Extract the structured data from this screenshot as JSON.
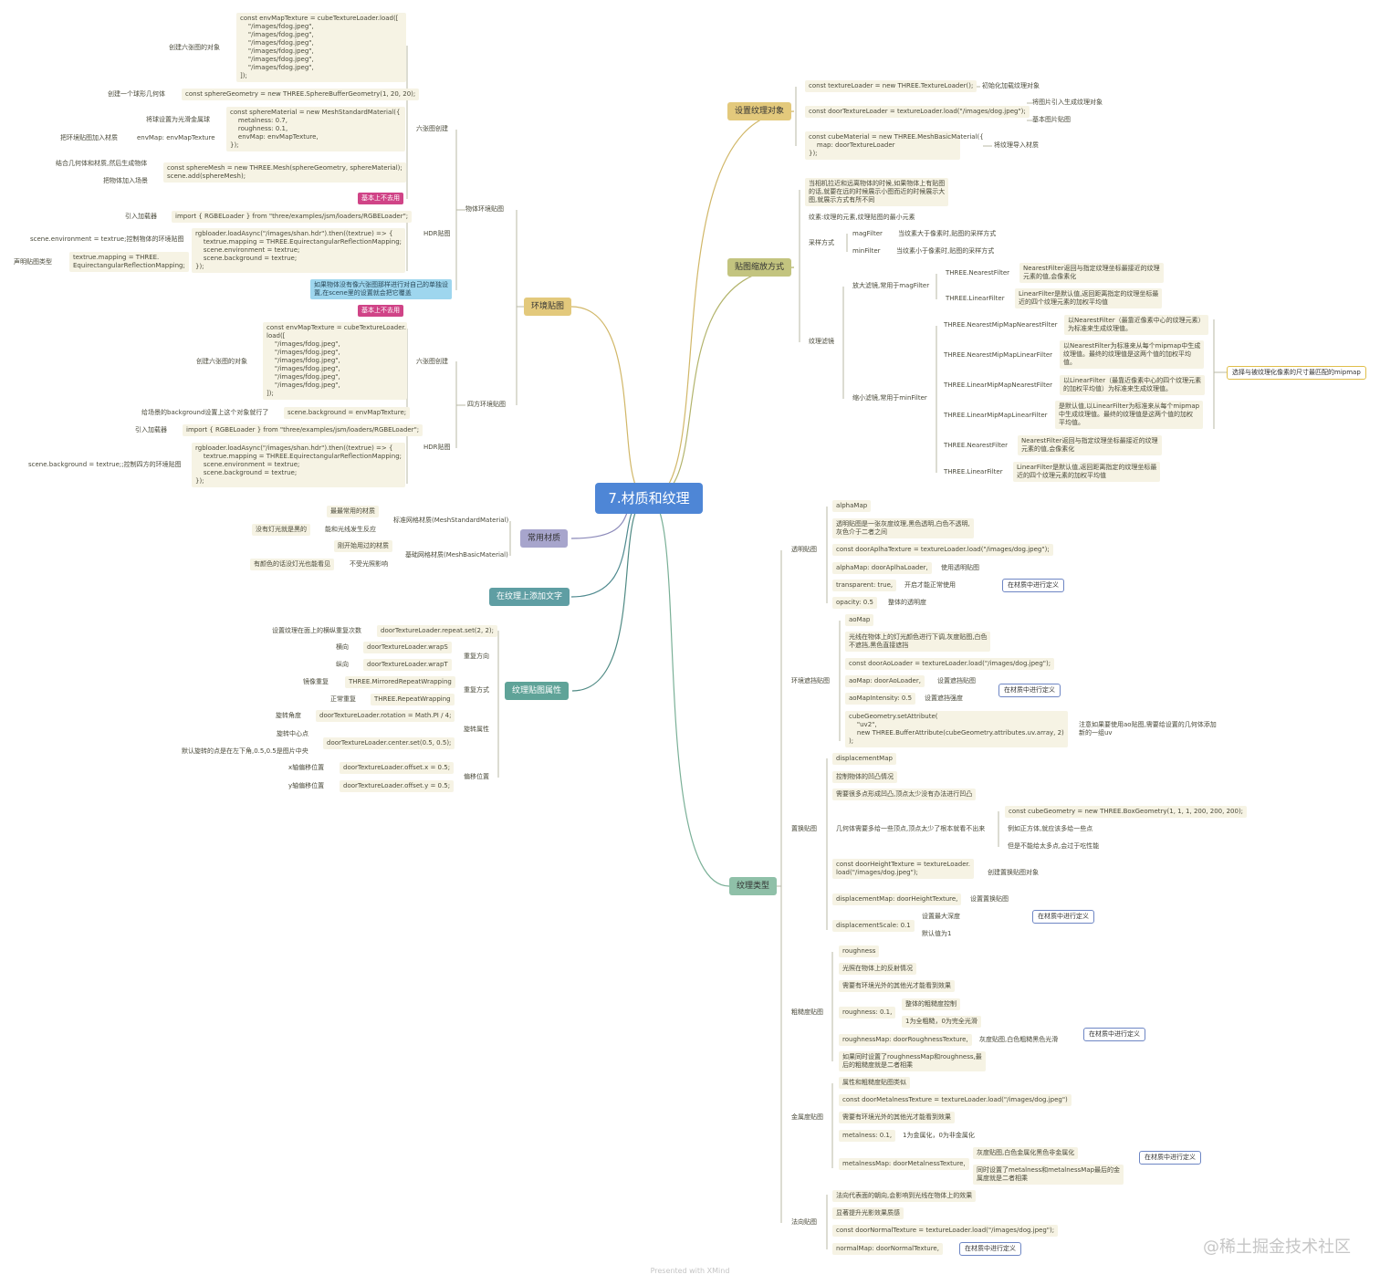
{
  "root": "7.材质和纹理",
  "colors": {
    "root": "#4e86d6",
    "env": "#e3c97c",
    "tex_obj": "#e3c97c",
    "scale": "#c3c47f",
    "common": "#a7a5cc",
    "text": "#5f9ea3",
    "attr": "#5fa398",
    "type": "#8fc0a8",
    "pink_tag": "#d04487",
    "tip": "#9ed6ee",
    "leaf_bg": "#f6f3e4"
  },
  "branches": {
    "env": "环境贴图",
    "texobj": "设置纹理对象",
    "scale": "贴图缩放方式",
    "common": "常用材质",
    "text": "在纹理上添加文字",
    "attr": "纹理贴图属性",
    "type": "纹理类型"
  },
  "env": {
    "wrap_label": "物体环境贴图",
    "six_label": "六张图创建",
    "hdr_label": "HDR贴图",
    "code_cube": "const envMapTexture = cubeTextureLoader.load([\n    \"/images/fdog.jpeg\",\n    \"/images/fdog.jpeg\",\n    \"/images/fdog.jpeg\",\n    \"/images/fdog.jpeg\",\n    \"/images/fdog.jpeg\",\n    \"/images/fdog.jpeg\",\n]);",
    "create_six": "创建六张图的对象",
    "sphere_label": "创建一个球形几何体",
    "sphere_code": "const sphereGeometry = new THREE.SphereBufferGeometry(1, 20, 20);",
    "smooth_label": "将球设置为光滑金属球",
    "mat_code": "const sphereMaterial = new MeshStandardMaterial({\n    metalness: 0.7,\n    roughness: 0.1,\n    envMap: envMapTexture,\n});",
    "add_env": "把环境贴图加入材质",
    "envmap_line": "envMap: envMapTexture",
    "combine": "结合几何体和材质,然后生成物体",
    "add_scene": "把物体加入场景",
    "mesh_code": "const sphereMesh = new THREE.Mesh(sphereGeometry, sphereMaterial);\nscene.add(sphereMesh);",
    "tag1": "基本上不去用",
    "import_label": "引入加载器",
    "import_code": "import { RGBELoader } from \"three/examples/jsm/loaders/RGBELoader\";",
    "scene_env": "scene.environment = textrue;控制物体的环境贴图",
    "mapping_label": "声明贴图类型",
    "mapping_code": "textrue.mapping = THREE.\nEquirectangularReflectionMapping;",
    "rgbe_code": "rgbloader.loadAsync(\"/images/shan.hdr\").then((textrue) => {\n    textrue.mapping = THREE.EquirectangularReflectionMapping;\n    scene.environment = textrue;\n    scene.background = textrue;\n});",
    "tip": "如果物体没有像六张图那样进行对自己的单独设\n置,在scene里的设置就会把它覆盖",
    "tag2": "基本上不去用",
    "four_label": "四方环境贴图",
    "six2_label": "六张图创建",
    "create_six2": "创建六张图的对象",
    "code_cube2": "const envMapTexture = cubeTextureLoader.\nload([\n    \"/images/fdog.jpeg\",\n    \"/images/fdog.jpeg\",\n    \"/images/fdog.jpeg\",\n    \"/images/fdog.jpeg\",\n    \"/images/fdog.jpeg\",\n    \"/images/fdog.jpeg\",\n]);",
    "bg_label": "给场景的background设置上这个对象就行了",
    "bg_code": "scene.background = envMapTexture;",
    "import2_label": "引入加载器",
    "import2_code": "import { RGBELoader } from \"three/examples/jsm/loaders/RGBELoader\";",
    "hdr2_label": "HDR贴图",
    "bg2": "scene.background = textrue;;控制四方的环境贴图",
    "rgbe2_code": "rgbloader.loadAsync(\"/images/shan.hdr\").then((textrue) => {\n    textrue.mapping = THREE.EquirectangularReflectionMapping;\n    scene.environment = textrue;\n    scene.background = textrue;\n});"
  },
  "texobj": {
    "l1": "const textureLoader = new THREE.TextureLoader();",
    "l1n": "初始化加载纹理对象",
    "l2": "const doorTextureLoader = textureLoader.load(\"/images/dog.jpeg\");",
    "l2a": "将图片引入生成纹理对象",
    "l2b": "基本图片贴图",
    "l3": "const cubeMaterial = new THREE.MeshBasicMaterial({\n    map: doorTextureLoader\n});",
    "l3n": "将纹理导入材质"
  },
  "scale": {
    "desc": "当相机拉近和远离物体的时候,如果物体上有贴图\n的话,就要在远的时候展示小图而近的时候展示大\n图,就展示方式有所不同",
    "texel": "纹素:纹理的元素,纹理贴图的最小元素",
    "sample": "采样方式",
    "mag": "magFilter",
    "mag_d": "当纹素大于像素时,贴图的采样方式",
    "min": "minFilter",
    "min_d": "当纹素小于像素时,贴图的采样方式",
    "filter": "纹理滤镜",
    "big": "放大滤镜,常用于magFilter",
    "small": "缩小滤镜,常用于minFilter",
    "nf": "THREE.NearestFilter",
    "nf_d": "NearestFilter返回与指定纹理坐标最接近的纹理\n元素的值,会像素化",
    "lf": "THREE.LinearFilter",
    "lf_d": "LinearFilter是默认值,返回距离指定的纹理坐标最\n近的四个纹理元素的加权平均值",
    "m1": "THREE.NearestMipMapNearestFilter",
    "m1_d": "以NearestFilter（最靠近像素中心的纹理元素）\n为标准来生成纹理值。",
    "m2": "THREE.NearestMipMapLinearFilter",
    "m2_d": "以NearestFilter为标准来从每个mipmap中生成\n纹理值。最终的纹理值是这两个值的加权平均\n值。",
    "m3": "THREE.LinearMipMapNearestFilter",
    "m3_d": "以LinearFilter（最靠近像素中心的四个纹理元素\n的加权平均值）为标准来生成纹理值。",
    "m4": "THREE.LinearMipMapLinearFilter",
    "m4_d": "是默认值,以LinearFilter为标准来从每个mipmap\n中生成纹理值。最终的纹理值是这两个值的加权\n平均值。",
    "m5": "THREE.NearestFilter",
    "m5_d": "NearestFilter返回与指定纹理坐标最接近的纹理\n元素的值,会像素化",
    "m6": "THREE.LinearFilter",
    "m6_d": "LinearFilter是默认值,返回距离指定的纹理坐标最\n近的四个纹理元素的加权平均值",
    "summary": "选择与被纹理化像素的尺寸最匹配的mipmap"
  },
  "common": {
    "std": "标准网格材质(MeshStandardMaterial)",
    "std_a": "最最常用的材质",
    "std_b": "能和光线发生反应",
    "std_b2": "没有灯光就是黑的",
    "basic": "基础网格材质(MeshBasicMaterial)",
    "basic_a": "刚开始用过的材质",
    "basic_b": "不受光照影响",
    "basic_b2": "有颜色的话没灯光也能看见"
  },
  "attr": {
    "repeat_l": "设置纹理在面上的横纵重复次数",
    "repeat_c": "doorTextureLoader.repeat.set(2, 2);",
    "dir": "重复方向",
    "h": "横向",
    "hc": "doorTextureLoader.wrapS",
    "v": "纵向",
    "vc": "doorTextureLoader.wrapT",
    "mode": "重复方式",
    "mirror": "镜像重复",
    "mirror_c": "THREE.MirroredRepeatWrapping",
    "normal": "正常重复",
    "normal_c": "THREE.RepeatWrapping",
    "rot": "旋转属性",
    "angle": "旋转角度",
    "angle_c": "doorTextureLoader.rotation = Math.PI / 4;",
    "center": "旋转中心点",
    "center_c": "doorTextureLoader.center.set(0.5, 0.5);",
    "center_d": "默认旋转的点是在左下角,0.5,0.5是图片中央",
    "offset": "偏移位置",
    "ox": "x轴偏移位置",
    "oxc": "doorTextureLoader.offset.x = 0.5;",
    "oy": "y轴偏移位置",
    "oyc": "doorTextureLoader.offset.y = 0.5;"
  },
  "type": {
    "define": "在材质中进行定义",
    "alpha": "透明贴图",
    "alpha_1": "alphaMap",
    "alpha_2": "透明贴图是一张灰度纹理,黑色透明,白色不透明,\n灰色介于二者之间",
    "alpha_3": "const doorAplhaTexture = textureLoader.load(\"/images/dog.jpeg\");",
    "alpha_4": "alphaMap: doorAplhaLoader,",
    "alpha_4n": "使用透明贴图",
    "alpha_5": "transparent: true,",
    "alpha_5n": "开启才能正常使用",
    "alpha_6": "opacity: 0.5",
    "alpha_6n": "整体的透明度",
    "ao": "环境遮挡贴图",
    "ao_1": "aoMap",
    "ao_2": "光线在物体上的灯光颜色进行下调,灰度贴图,白色\n不遮挡,黑色直接遮挡",
    "ao_3": "const doorAoLoader = textureLoader.load(\"/images/dog.jpeg\");",
    "ao_4": "aoMap: doorAoLoader,",
    "ao_4n": "设置遮挡贴图",
    "ao_5": "aoMapIntensity: 0.5",
    "ao_5n": "设置遮挡强度",
    "ao_6": "cubeGeometry.setAttribute(\n    \"uv2\",\n    new THREE.BufferAttribute(cubeGeometry.attributes.uv.array, 2)\n);",
    "ao_6n": "注意如果要使用ao贴图,需要给设置的几何体添加\n新的一组uv",
    "disp": "置换贴图",
    "disp_1": "displacementMap",
    "disp_2": "控制物体的凹凸情况",
    "disp_3": "需要很多点形成凹凸,顶点太少没有办法进行凹凸",
    "disp_4": "几何体需要多给一些顶点,顶点太少了根本就看不出来",
    "disp_4a": "const cubeGeometry = new THREE.BoxGeometry(1, 1, 1, 200, 200, 200);",
    "disp_4b": "例如正方体,就应该多给一些点",
    "disp_4c": "但是不能给太多点,会过于吃性能",
    "disp_5": "const doorHeightTexture = textureLoader.\nload(\"/images/dog.jpeg\");",
    "disp_5n": "创建置换贴图对象",
    "disp_6": "displacementMap: doorHeightTexture,",
    "disp_6n": "设置置换贴图",
    "disp_7": "displacementScale: 0.1",
    "disp_7a": "设置最大深度",
    "disp_7b": "默认值为1",
    "rough": "粗糙度贴图",
    "rough_1": "roughness",
    "rough_2": "光照在物体上的反射情况",
    "rough_3": "需要有环境光外的其他光才能看到效果",
    "rough_4": "roughness: 0.1,",
    "rough_4a": "整体的粗糙度控制",
    "rough_4b": "1为全粗糙，0为完全光滑",
    "rough_5": "roughnessMap: doorRoughnessTexture,",
    "rough_5n": "灰度贴图,白色粗糙黑色光滑",
    "rough_6": "如果同时设置了roughnessMap和roughness,最\n后的粗糙度就是二者相乘",
    "metal": "金属度贴图",
    "metal_1": "属性和粗糙度贴图类似",
    "metal_2": "const doorMetalnessTexture = textureLoader.load(\"/images/dog.jpeg\")",
    "metal_3": "需要有环境光外的其他光才能看到效果",
    "metal_4": "metalness: 0.1,",
    "metal_4n": "1为金属化，0为非金属化",
    "metal_5": "metalnessMap: doorMetalnessTexture,",
    "metal_5a": "灰度贴图,白色金属化黑色非金属化",
    "metal_5b": "同时设置了metalness和metalnessMap最后的金\n属度就是二者相乘",
    "norm": "法向贴图",
    "norm_1": "法向代表面的朝向,会影响到光线在物体上的效果",
    "norm_2": "显著提升光影效果质感",
    "norm_3": "const doorNormalTexture = textureLoader.load(\"/images/dog.jpeg\");",
    "norm_4": "normalMap: doorNormalTexture,"
  },
  "footer": "Presented with XMind",
  "watermark": "@稀土掘金技术社区"
}
